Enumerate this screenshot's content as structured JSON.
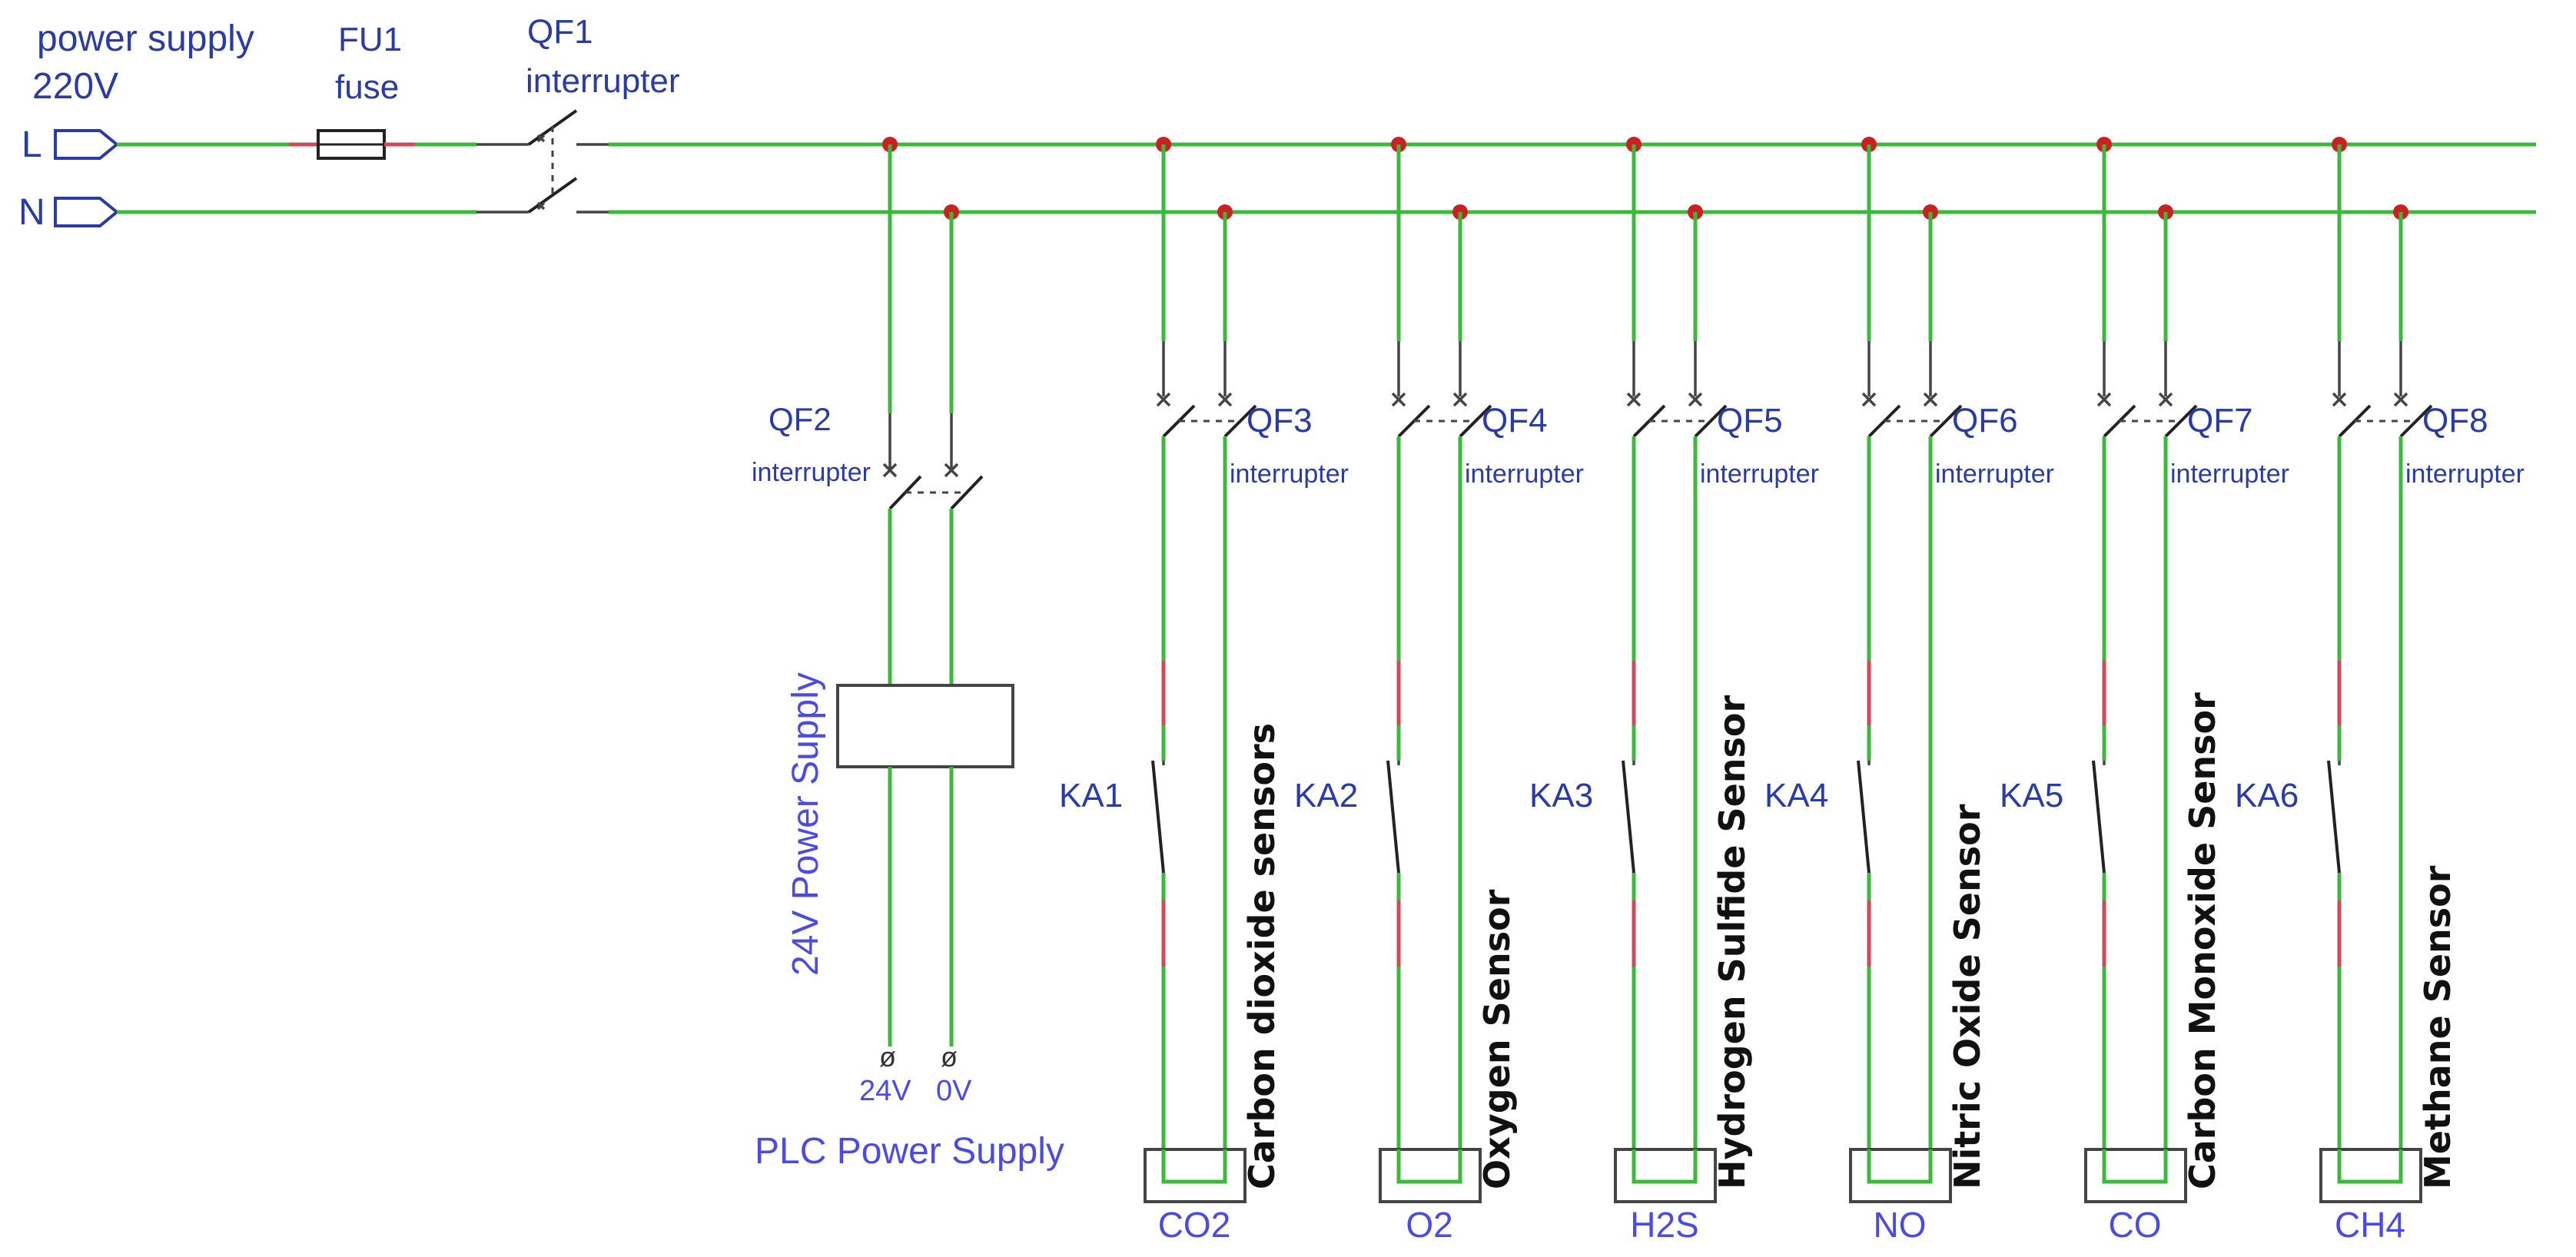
{
  "supply": {
    "title": "power supply",
    "voltage": "220V",
    "line_L": "L",
    "line_N": "N"
  },
  "fuse": {
    "id": "FU1",
    "label": "fuse"
  },
  "main_breaker": {
    "id": "QF1",
    "label": "interrupter"
  },
  "psu_branch": {
    "breaker_id": "QF2",
    "breaker_label": "interrupter",
    "module_label": "24V Power Supply",
    "terminal_plus": "24V",
    "terminal_zero": "0V",
    "terminal_symbol": "ø",
    "caption": "PLC Power Supply"
  },
  "sensor_branches": [
    {
      "breaker_id": "QF3",
      "breaker_label": "interrupter",
      "relay_id": "KA1",
      "sensor_name": "Carbon dioxide sensors",
      "gas": "CO2"
    },
    {
      "breaker_id": "QF4",
      "breaker_label": "interrupter",
      "relay_id": "KA2",
      "sensor_name": "Oxygen Sensor",
      "gas": "O2"
    },
    {
      "breaker_id": "QF5",
      "breaker_label": "interrupter",
      "relay_id": "KA3",
      "sensor_name": "Hydrogen Sulfide Sensor",
      "gas": "H2S"
    },
    {
      "breaker_id": "QF6",
      "breaker_label": "interrupter",
      "relay_id": "KA4",
      "sensor_name": "Nitric Oxide Sensor",
      "gas": "NO"
    },
    {
      "breaker_id": "QF7",
      "breaker_label": "interrupter",
      "relay_id": "KA5",
      "sensor_name": "Carbon Monoxide Sensor",
      "gas": "CO"
    },
    {
      "breaker_id": "QF8",
      "breaker_label": "interrupter",
      "relay_id": "KA6",
      "sensor_name": "Methane Sensor",
      "gas": "CH4"
    }
  ],
  "colors": {
    "wire": "#3cb83c",
    "wire_segment": "#d04a5a",
    "junction": "#cc1f1f",
    "label_blue": "#2a3aa6",
    "label_bright_blue": "#4a4ae8",
    "sensor_text": "#111111"
  }
}
